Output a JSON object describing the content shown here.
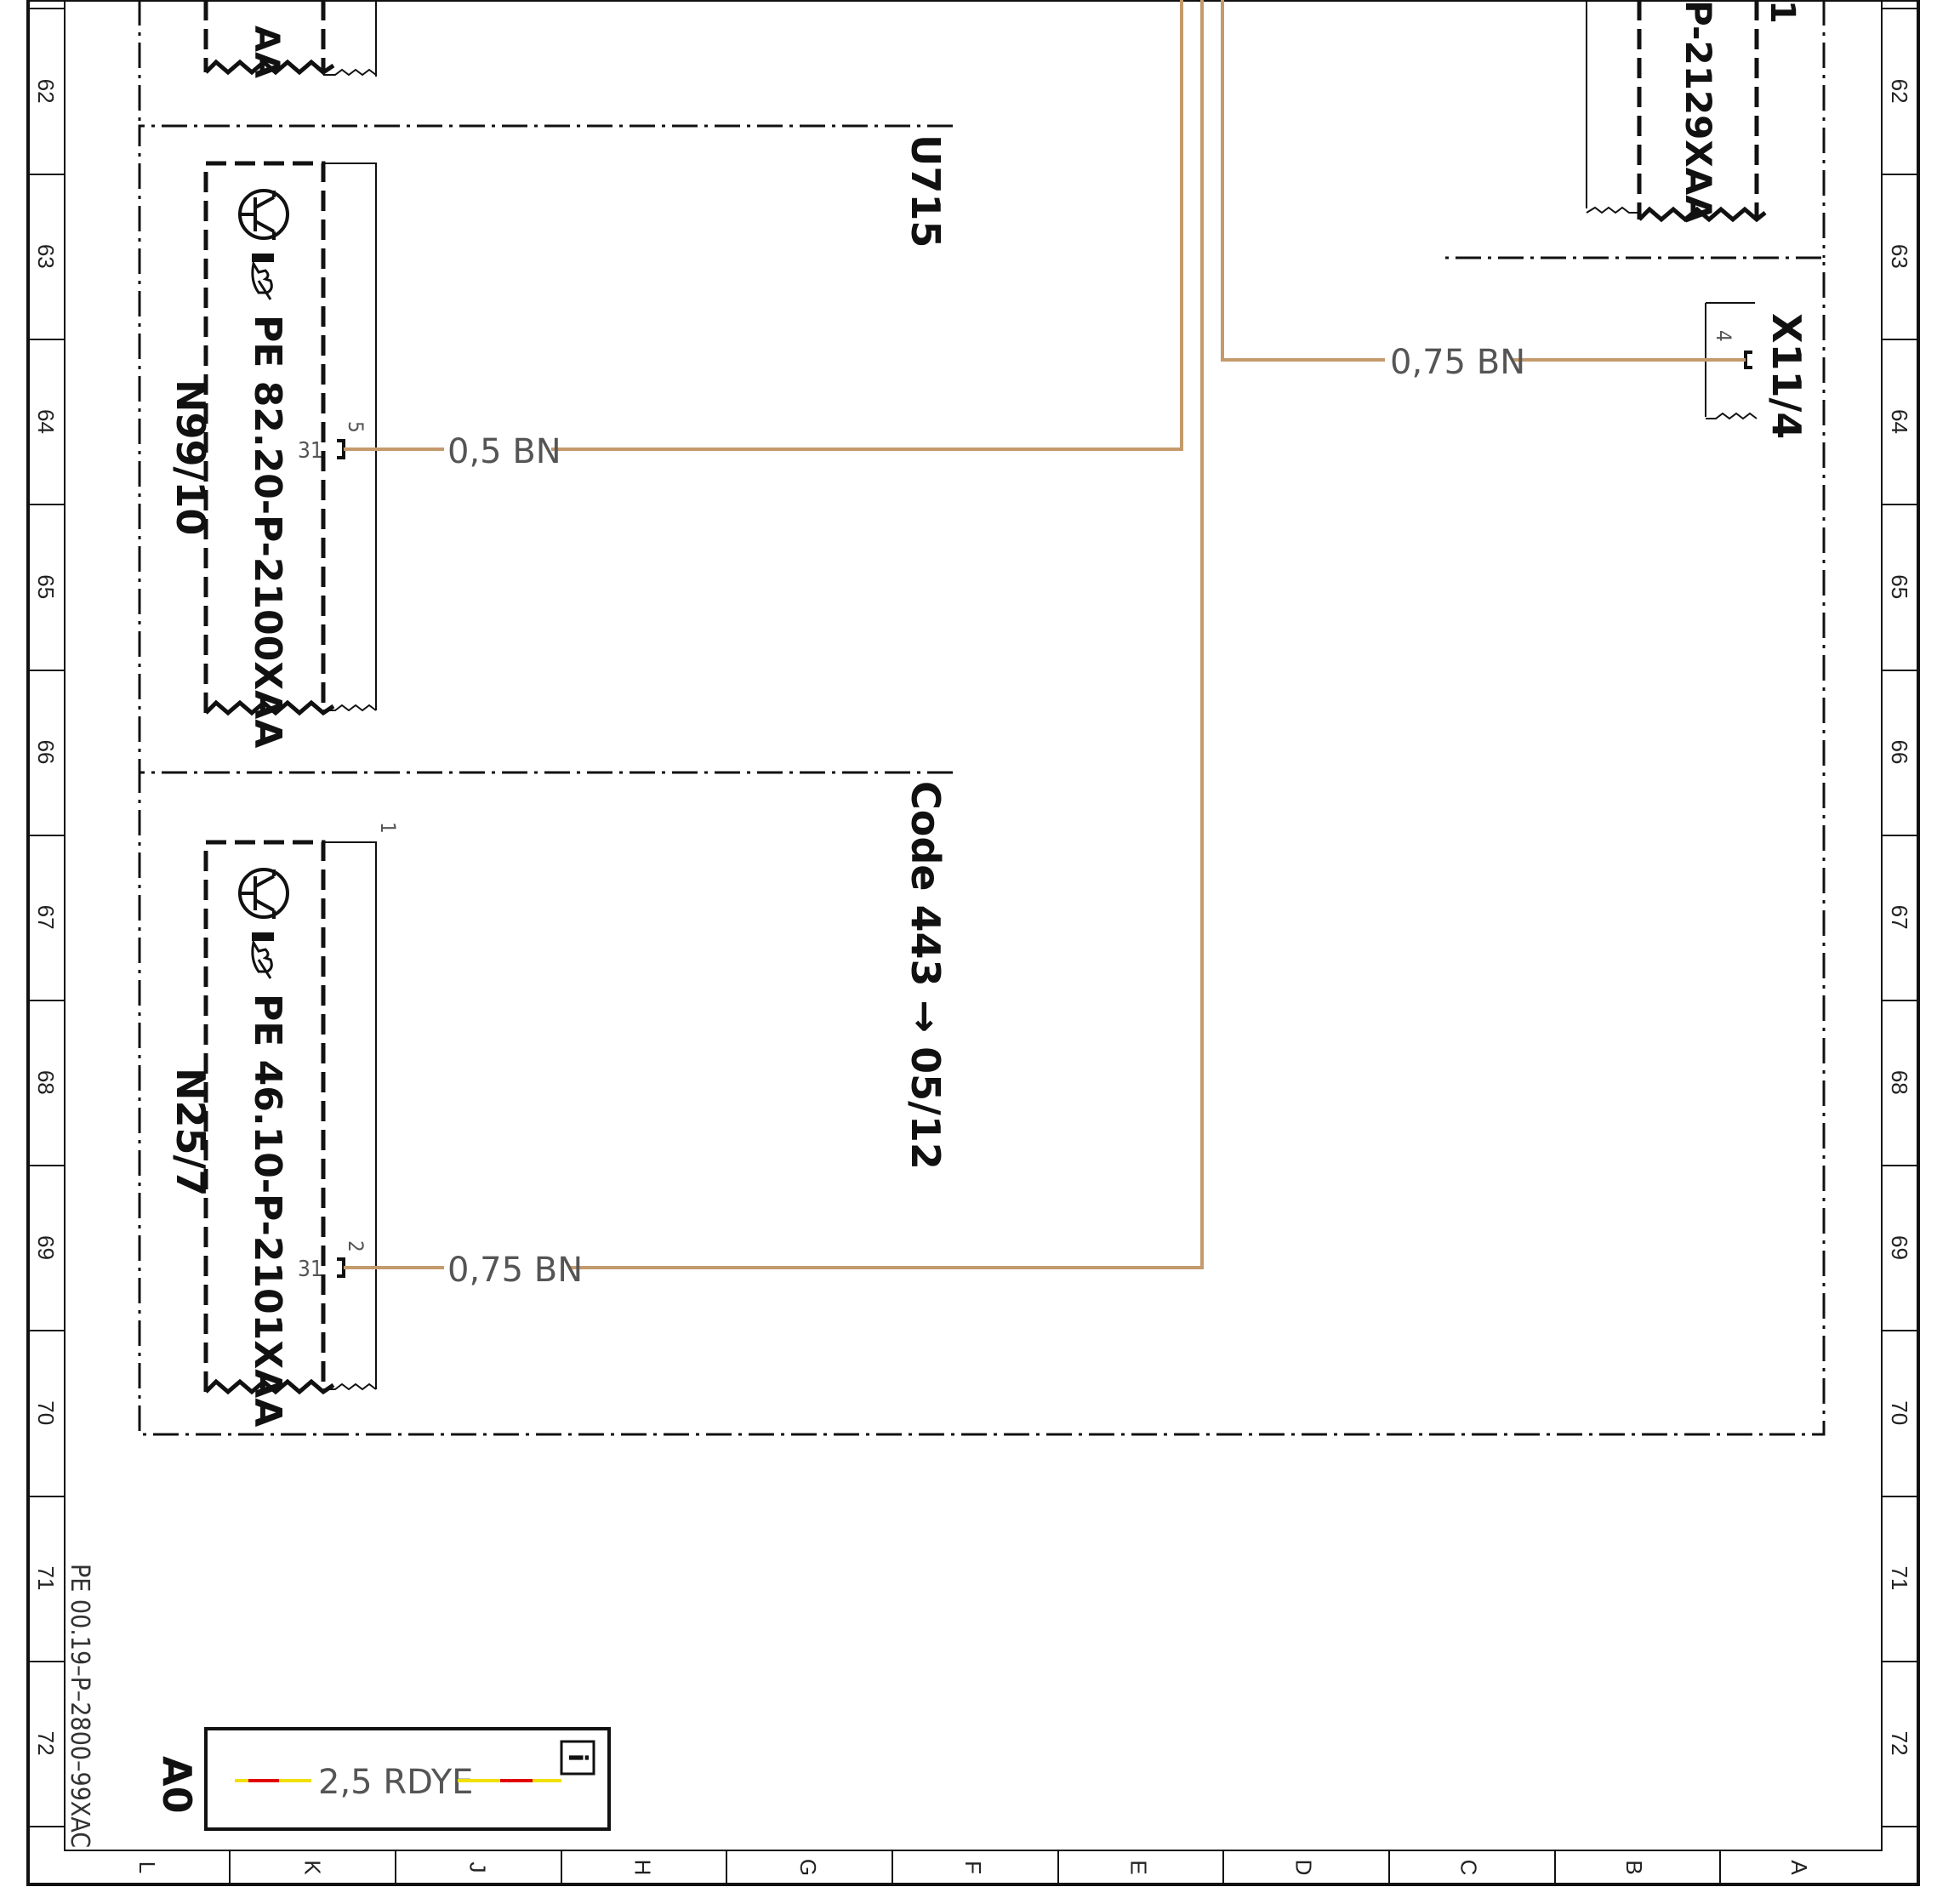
{
  "grid_rows": [
    "62",
    "63",
    "64",
    "65",
    "66",
    "67",
    "68",
    "69",
    "70",
    "71",
    "72"
  ],
  "grid_cols": [
    "L",
    "K",
    "J",
    "H",
    "G",
    "F",
    "E",
    "D",
    "C",
    "B",
    "A"
  ],
  "doc_ref": "PE 00.19–P–2800–99XAC",
  "components": {
    "top_left_ref": "AA",
    "top_right_ref": "P-2129XAA",
    "top_right_tag": "1",
    "u715": "U715",
    "n99": {
      "id": "N99/10",
      "ref": "PE 82.20-P-2100XAA",
      "pin": "5",
      "pin_code": "31"
    },
    "code": "Code 443 → 05/12",
    "n25": {
      "id": "N25/7",
      "ref": "PE 46.10-P-2101XAA",
      "pin": "2",
      "pin_code": "31",
      "pin_top": "1"
    },
    "x11": {
      "id": "X11/4",
      "pin": "4"
    }
  },
  "wires": {
    "w1": "0,5 BN",
    "w2": "0,75 BN",
    "w3": "0,75 BN"
  },
  "legend": {
    "title": "A0",
    "label": "2,5 RDYE",
    "info": "i"
  },
  "colors": {
    "brown_wire": "#c49a6c",
    "red": "#e00000",
    "yellow": "#f0e000"
  }
}
